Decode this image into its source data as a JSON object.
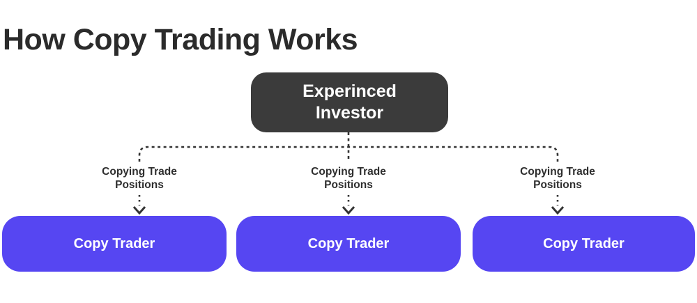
{
  "title": "How Copy Trading Works",
  "colors": {
    "background": "#ffffff",
    "title_text": "#2b2b2b",
    "root_node_bg": "#3b3b3b",
    "root_node_text": "#ffffff",
    "leaf_node_bg": "#5646f2",
    "leaf_node_text": "#ffffff",
    "connector": "#333333",
    "branch_label_text": "#2e2e2e"
  },
  "root_node": {
    "line1": "Experinced",
    "line2": "Investor"
  },
  "branches": [
    {
      "label_line1": "Copying Trade",
      "label_line2": "Positions",
      "node_label": "Copy Trader"
    },
    {
      "label_line1": "Copying Trade",
      "label_line2": "Positions",
      "node_label": "Copy Trader"
    },
    {
      "label_line1": "Copying Trade",
      "label_line2": "Positions",
      "node_label": "Copy Trader"
    }
  ]
}
